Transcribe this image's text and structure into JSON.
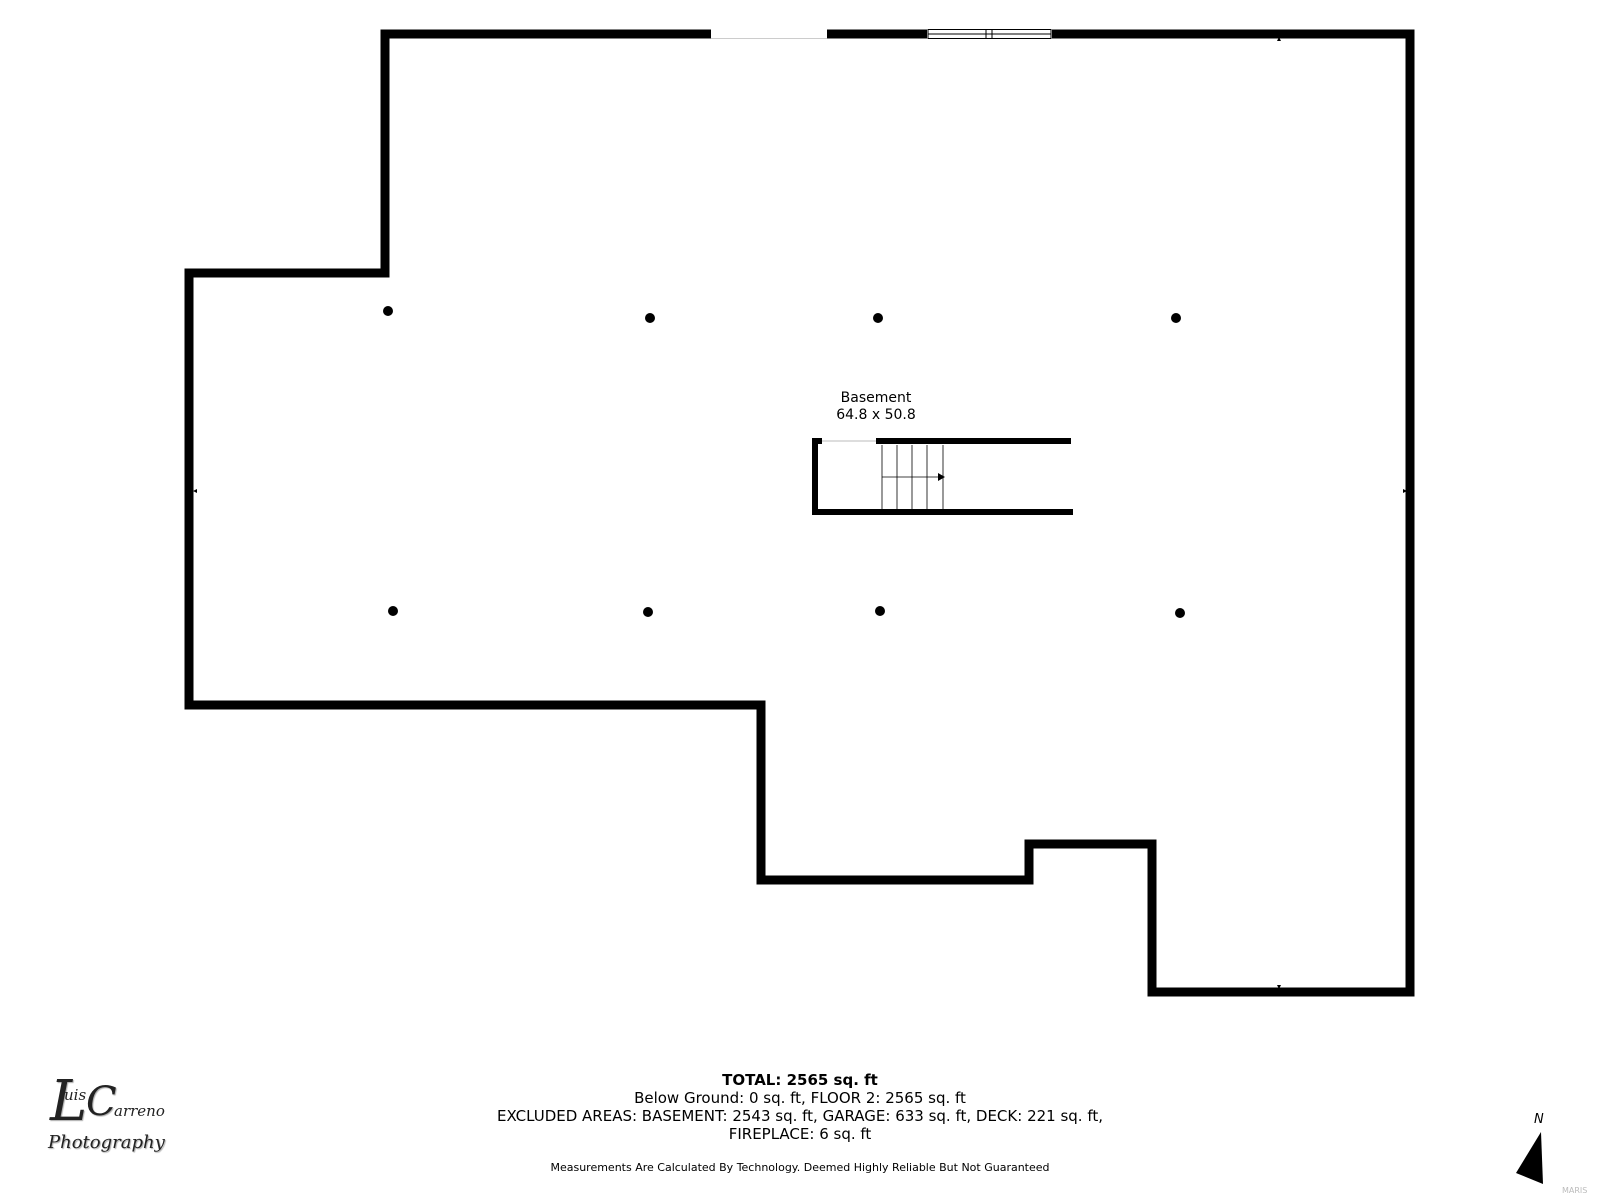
{
  "room": {
    "name": "Basement",
    "dimensions": "64.8 x 50.8"
  },
  "stats": {
    "total": "TOTAL: 2565 sq. ft",
    "breakdown": "Below Ground: 0 sq. ft, FLOOR 2: 2565 sq. ft",
    "excluded_line1": "EXCLUDED AREAS: BASEMENT: 2543 sq. ft, GARAGE: 633 sq. ft, DECK: 221 sq. ft,",
    "excluded_line2": "FIREPLACE: 6 sq. ft"
  },
  "disclaimer": "Measurements Are Calculated By Technology. Deemed Highly Reliable But Not Guaranteed",
  "logo": {
    "initial_l": "L",
    "first_name_rest": "uis",
    "initial_c": "C",
    "last_name_rest": "arreno",
    "subtitle": "Photography"
  },
  "compass": {
    "label": "N",
    "icon": "north-arrow-icon"
  },
  "watermark": "MARIS",
  "colors": {
    "wall": "#000000",
    "background": "#ffffff"
  }
}
